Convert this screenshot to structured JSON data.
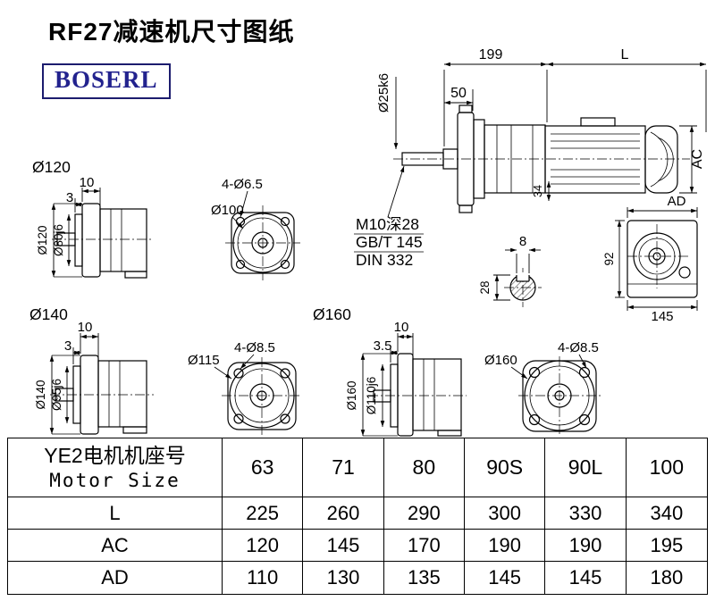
{
  "page": {
    "title": "RF27减速机尺寸图纸",
    "logo_text": "BOSERL"
  },
  "colors": {
    "ink": "#000000",
    "paper": "#ffffff",
    "logo_blue": "#22228e",
    "logo_border": "#1c1c6e"
  },
  "main_view": {
    "dim_199": "199",
    "dim_L": "L",
    "dim_50": "50",
    "dim_shaft": "Ø25k6",
    "dim_AC": "AC",
    "dim_34": "34",
    "note_1": "M10深28",
    "note_2": "GB/T 145",
    "note_3": "DIN 332"
  },
  "view_120": {
    "label": "Ø120",
    "dim_10": "10",
    "dim_3": "3",
    "dim_flange": "Ø120",
    "dim_spigot": "Ø80j6"
  },
  "view_100": {
    "dim_holes": "4-Ø6.5",
    "dim_circle": "Ø100"
  },
  "view_ad": {
    "dim_AD": "AD",
    "dim_92": "92",
    "dim_145": "145"
  },
  "key_section": {
    "dim_8": "8",
    "dim_28": "28"
  },
  "view_140": {
    "label": "Ø140",
    "dim_10": "10",
    "dim_3": "3",
    "dim_flange": "Ø140",
    "dim_spigot": "Ø95j6"
  },
  "view_115": {
    "dim_circle": "Ø115",
    "dim_holes": "4-Ø8.5"
  },
  "view_160_side": {
    "label": "Ø160",
    "dim_10": "10",
    "dim_3_5": "3.5",
    "dim_flange": "Ø160",
    "dim_spigot": "Ø110j6"
  },
  "view_160_front": {
    "dim_circle": "Ø160",
    "dim_holes": "4-Ø8.5"
  },
  "table": {
    "header": {
      "label_cn": "YE2电机机座号",
      "label_en": "Motor Size",
      "values": [
        "63",
        "71",
        "80",
        "90S",
        "90L",
        "100"
      ]
    },
    "rows": [
      {
        "label": "L",
        "values": [
          "225",
          "260",
          "290",
          "300",
          "330",
          "340"
        ]
      },
      {
        "label": "AC",
        "values": [
          "120",
          "145",
          "170",
          "190",
          "190",
          "195"
        ]
      },
      {
        "label": "AD",
        "values": [
          "110",
          "130",
          "135",
          "145",
          "145",
          "180"
        ]
      }
    ]
  }
}
